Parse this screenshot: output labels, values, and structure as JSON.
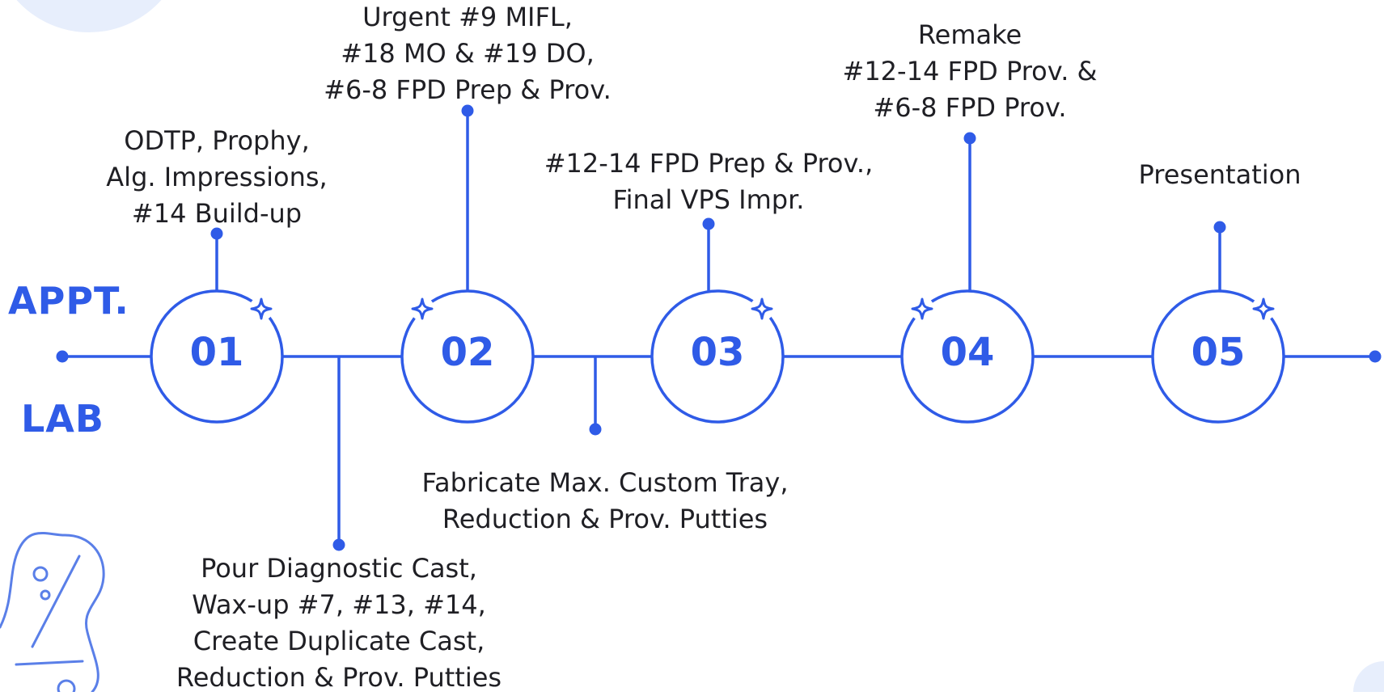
{
  "row_labels": {
    "appt": "APPT.",
    "lab": "LAB"
  },
  "steps": [
    {
      "num": "01"
    },
    {
      "num": "02"
    },
    {
      "num": "03"
    },
    {
      "num": "04"
    },
    {
      "num": "05"
    }
  ],
  "appointment_notes": [
    {
      "lines": [
        "ODTP, Prophy,",
        "Alg. Impressions,",
        "#14 Build-up"
      ]
    },
    {
      "lines": [
        "Urgent #9 MIFL,",
        "#18 MO & #19 DO,",
        "#6-8 FPD Prep & Prov."
      ]
    },
    {
      "lines": [
        "#12-14 FPD Prep & Prov.,",
        "Final VPS Impr."
      ]
    },
    {
      "lines": [
        "Remake",
        "#12-14 FPD Prov. &",
        "#6-8 FPD Prov."
      ]
    },
    {
      "lines": [
        "Presentation"
      ]
    }
  ],
  "lab_notes": [
    {
      "lines": [
        "Pour Diagnostic Cast,",
        "Wax-up #7, #13, #14,",
        "Create Duplicate Cast,",
        "Reduction & Prov. Putties"
      ]
    },
    {
      "lines": [
        "Fabricate Max. Custom Tray,",
        "Reduction & Prov. Putties"
      ]
    }
  ],
  "colors": {
    "accent": "#2f5be7",
    "decor_blob": "#e7eefc",
    "decor_outline": "#5a7fe8",
    "text": "#1f1f24",
    "background": "#ffffff"
  },
  "icons": {
    "step_marker": "sparkle-icon",
    "decor": "test-tube-icon"
  }
}
